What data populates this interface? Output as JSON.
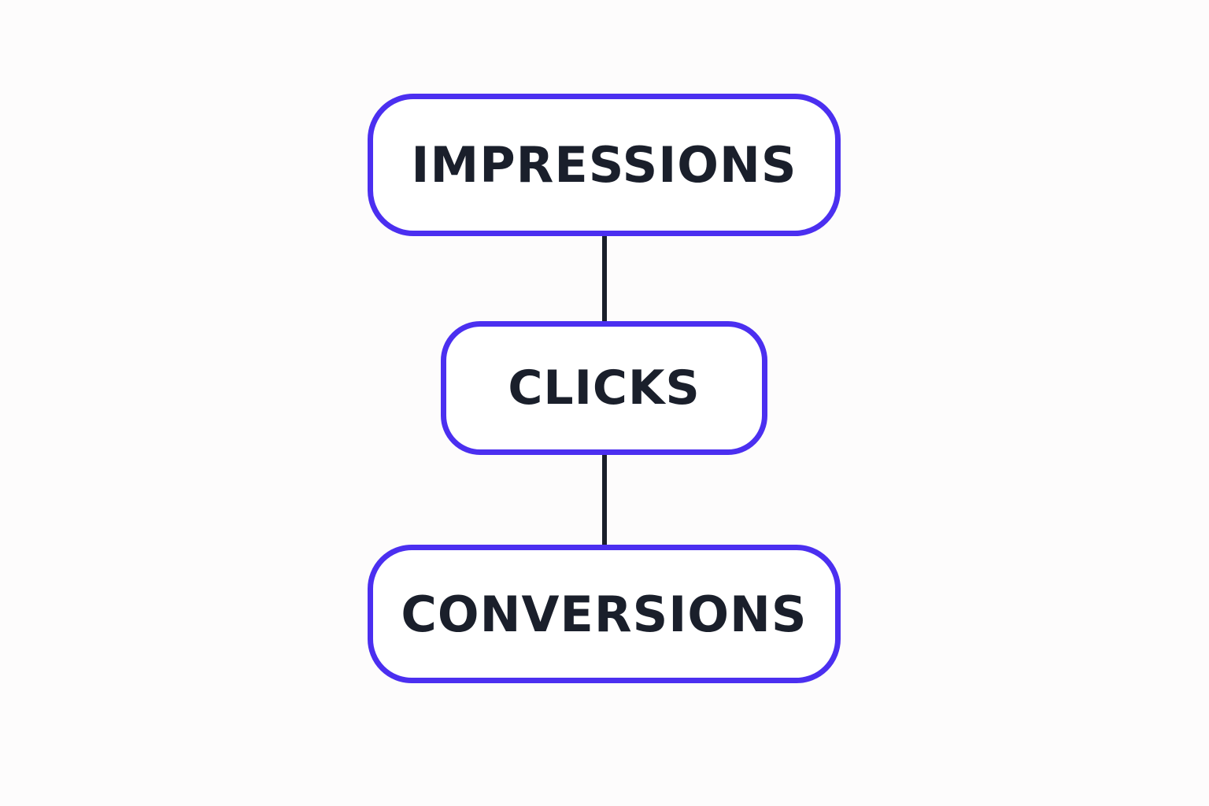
{
  "diagram": {
    "nodes": [
      {
        "id": "impressions",
        "label": "IMPRESSIONS"
      },
      {
        "id": "clicks",
        "label": "CLICKS"
      },
      {
        "id": "conversions",
        "label": "CONVERSIONS"
      }
    ],
    "edges": [
      {
        "from": "impressions",
        "to": "clicks"
      },
      {
        "from": "clicks",
        "to": "conversions"
      }
    ],
    "colors": {
      "node_border": "#4b2ff0",
      "node_text": "#1a1f2b",
      "connector": "#1a1f2b",
      "background": "#fdfcfc"
    }
  }
}
